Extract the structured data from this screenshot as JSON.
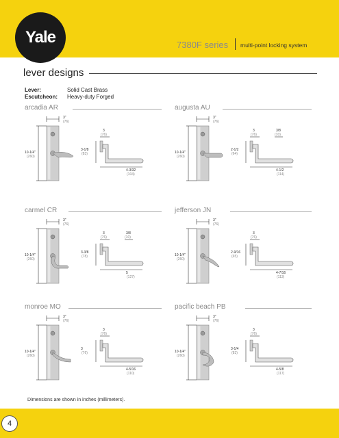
{
  "header": {
    "brand": "Yale",
    "series": "7380F series",
    "system": "multi-point locking system"
  },
  "section": {
    "title": "lever designs"
  },
  "specs": [
    {
      "label": "Lever:",
      "value": "Solid Cast Brass"
    },
    {
      "label": "Escutcheon:",
      "value": "Heavy-duty Forged"
    }
  ],
  "designs": [
    {
      "name": "arcadia  AR",
      "width": "3\"",
      "width_mm": "(76)",
      "height": "10-1/4\"",
      "height_mm": "(260)",
      "proj": "3-1/8",
      "proj_mm": "(83)",
      "rose": "3",
      "rose_mm": "(76)",
      "len": "4-3/32",
      "len_mm": "(104)",
      "end": "",
      "end_mm": ""
    },
    {
      "name": "augusta  AU",
      "width": "3\"",
      "width_mm": "(76)",
      "height": "10-1/4\"",
      "height_mm": "(260)",
      "proj": "2-1/2",
      "proj_mm": "(64)",
      "rose": "3",
      "rose_mm": "(76)",
      "len": "4-1/2",
      "len_mm": "(114)",
      "end": "3/8",
      "end_mm": "(10)"
    },
    {
      "name": "carmel  CR",
      "width": "3\"",
      "width_mm": "(76)",
      "height": "10-1/4\"",
      "height_mm": "(260)",
      "proj": "3-3/8",
      "proj_mm": "(78)",
      "rose": "3",
      "rose_mm": "(76)",
      "len": "5",
      "len_mm": "(127)",
      "end": "3/8",
      "end_mm": "(10)"
    },
    {
      "name": "jefferson  JN",
      "width": "3\"",
      "width_mm": "(76)",
      "height": "10-1/4\"",
      "height_mm": "(260)",
      "proj": "2-9/16",
      "proj_mm": "(65)",
      "rose": "3",
      "rose_mm": "(76)",
      "len": "4-7/16",
      "len_mm": "(113)",
      "end": "",
      "end_mm": ""
    },
    {
      "name": "monroe  MO",
      "width": "3\"",
      "width_mm": "(76)",
      "height": "10-1/4\"",
      "height_mm": "(260)",
      "proj": "3",
      "proj_mm": "(76)",
      "rose": "3",
      "rose_mm": "(76)",
      "len": "4-5/16",
      "len_mm": "(110)",
      "end": "",
      "end_mm": ""
    },
    {
      "name": "pacific beach  PB",
      "width": "3\"",
      "width_mm": "(76)",
      "height": "10-1/4\"",
      "height_mm": "(260)",
      "proj": "3-1/4",
      "proj_mm": "(83)",
      "rose": "3",
      "rose_mm": "(76)",
      "len": "4-5/8",
      "len_mm": "(117)",
      "end": "",
      "end_mm": ""
    }
  ],
  "footer": {
    "note": "Dimensions are shown in inches (millimeters).",
    "page": "4"
  }
}
